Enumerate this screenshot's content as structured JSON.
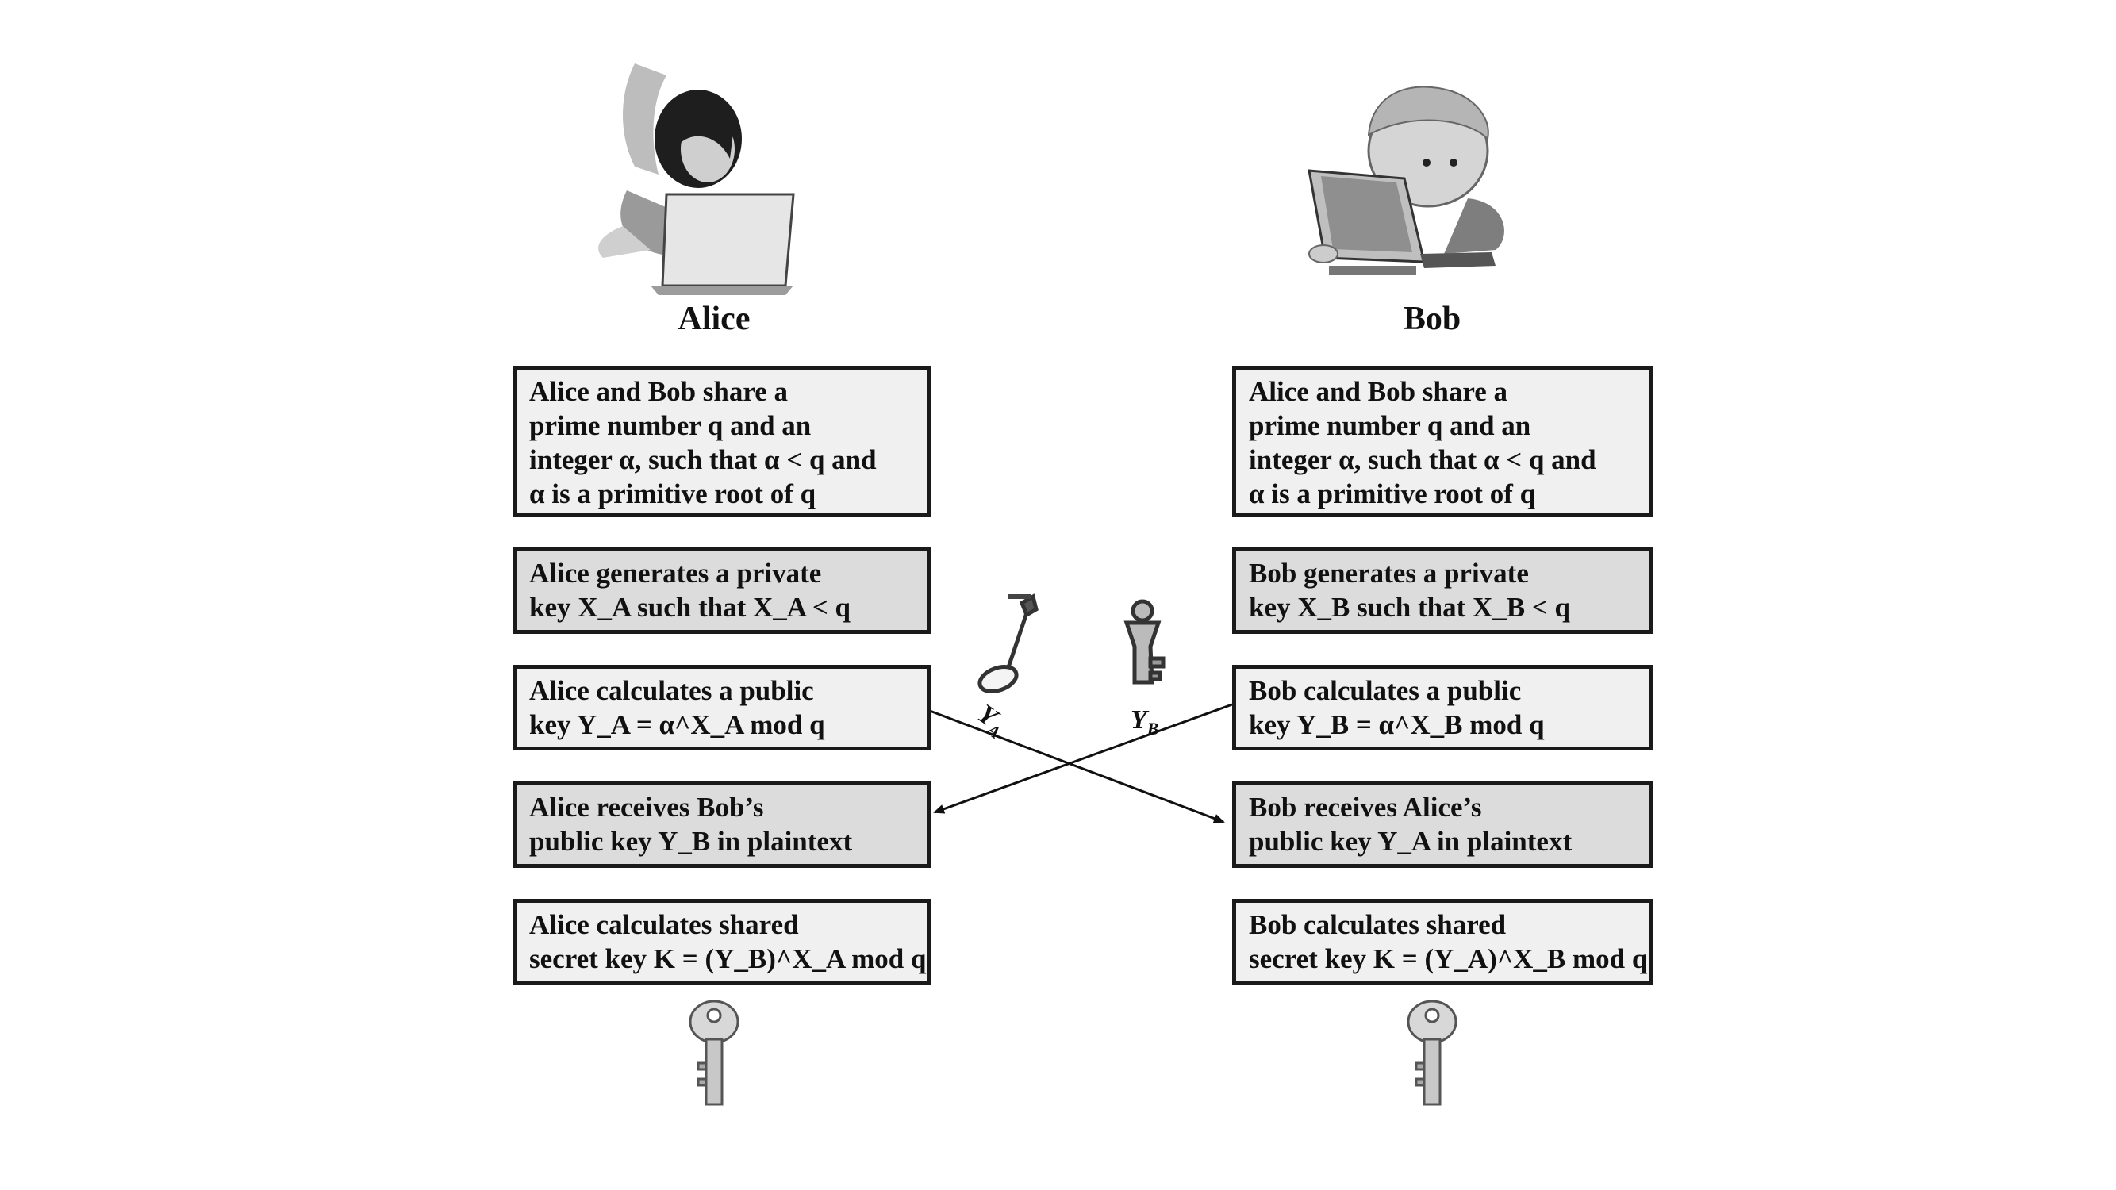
{
  "alice": {
    "name": "Alice",
    "steps": [
      [
        "Alice and Bob share a",
        "prime number q and an",
        "integer α, such that α < q and",
        "α is a primitive root of q"
      ],
      [
        "Alice generates a private",
        "key X_A such that X_A < q"
      ],
      [
        "Alice calculates a public",
        "key Y_A = α^X_A mod q"
      ],
      [
        "Alice receives Bob’s",
        "public key Y_B in plaintext"
      ],
      [
        "Alice calculates shared",
        "secret key K = (Y_B)^X_A mod q"
      ]
    ]
  },
  "bob": {
    "name": "Bob",
    "steps": [
      [
        "Alice and Bob share a",
        "prime number q and an",
        "integer α, such that α < q and",
        "α is a primitive root of q"
      ],
      [
        "Bob generates a private",
        "key X_B such that X_B < q"
      ],
      [
        "Bob calculates a public",
        "key Y_B = α^X_B mod q"
      ],
      [
        "Bob receives Alice’s",
        "public key Y_A in plaintext"
      ],
      [
        "Bob calculates shared",
        "secret key K = (Y_A)^X_B mod q"
      ]
    ]
  },
  "exchange": {
    "key_a_label": "Y",
    "key_a_sub": "A",
    "key_b_label": "Y",
    "key_b_sub": "B"
  }
}
